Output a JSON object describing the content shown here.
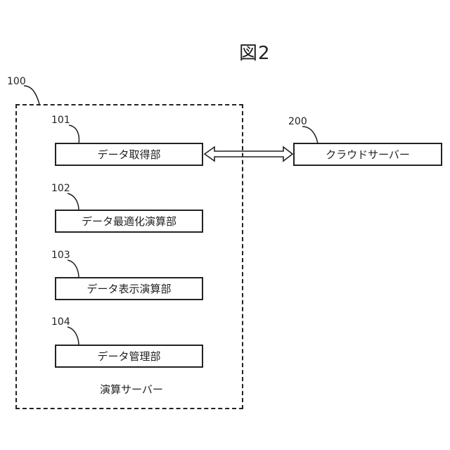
{
  "figure_title": "図2",
  "server_group": {
    "ref": "100",
    "caption": "演算サーバー",
    "units": [
      {
        "ref": "101",
        "label": "データ取得部"
      },
      {
        "ref": "102",
        "label": "データ最適化演算部"
      },
      {
        "ref": "103",
        "label": "データ表示演算部"
      },
      {
        "ref": "104",
        "label": "データ管理部"
      }
    ]
  },
  "cloud": {
    "ref": "200",
    "label": "クラウドサーバー"
  }
}
